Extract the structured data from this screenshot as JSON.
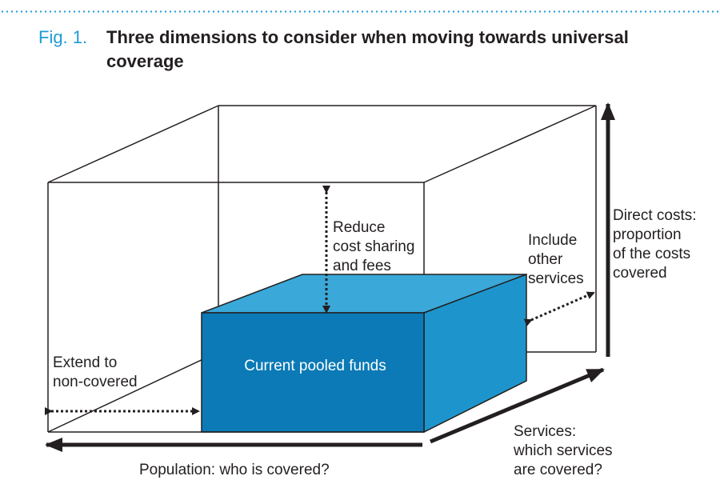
{
  "header": {
    "fig_label": "Fig. 1.",
    "title": "Three dimensions to consider when moving towards universal coverage"
  },
  "diagram": {
    "box_label": "Current pooled funds",
    "reduce_label": [
      "Reduce",
      "cost sharing",
      "and fees"
    ],
    "include_label": [
      "Include",
      "other",
      "services"
    ],
    "direct_label": [
      "Direct costs:",
      "proportion",
      "of the costs",
      "covered"
    ],
    "extend_label": [
      "Extend to",
      "non-covered"
    ],
    "services_label": [
      "Services:",
      "which services",
      "are covered?"
    ],
    "population_label": "Population: who is covered?",
    "colors": {
      "front": "#0b7ab6",
      "top": "#3aa8d8",
      "side": "#1d95cc",
      "accent": "#1f9bd7",
      "line": "#231f20"
    }
  }
}
